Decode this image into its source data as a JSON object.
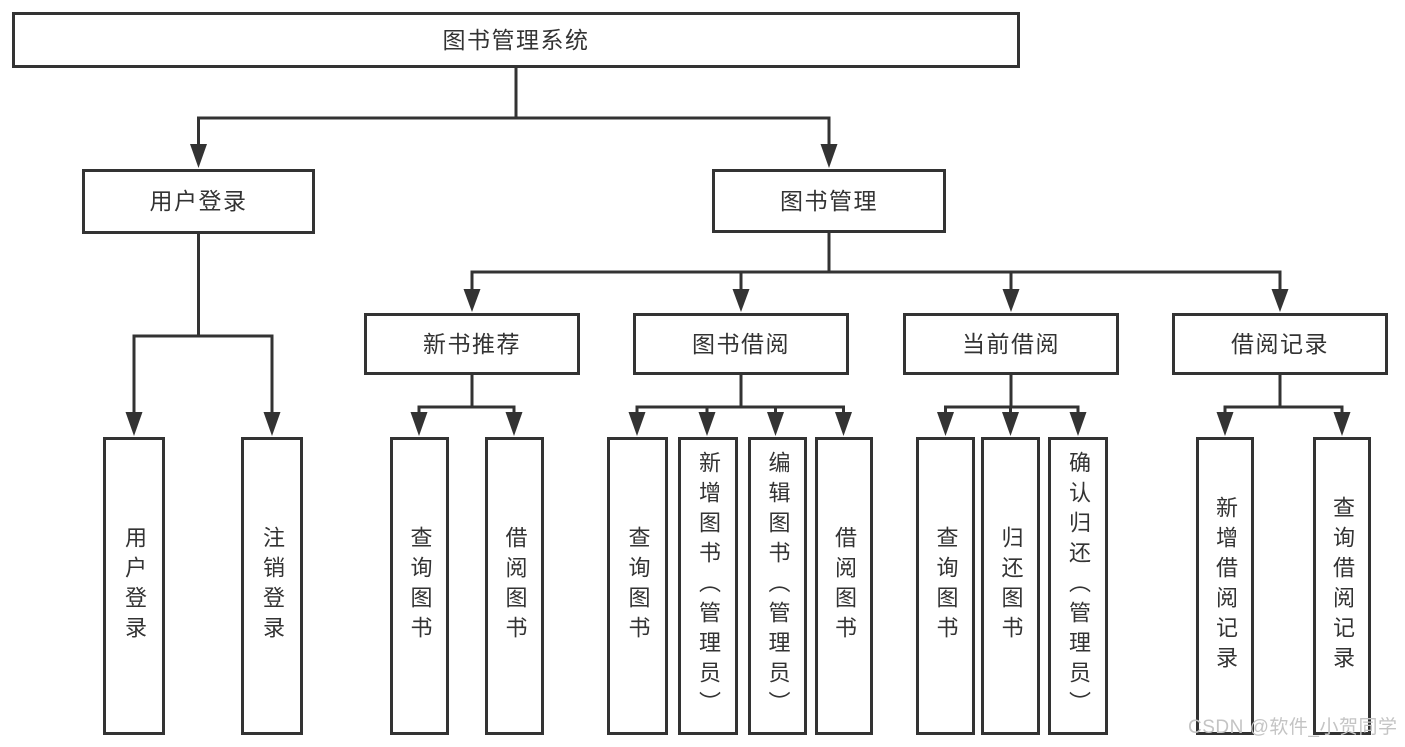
{
  "diagram": {
    "type": "hierarchy-tree",
    "root": {
      "label": "图书管理系统"
    },
    "level2": {
      "user_login": {
        "label": "用户登录",
        "parent": "图书管理系统"
      },
      "book_mgmt": {
        "label": "图书管理",
        "parent": "图书管理系统"
      }
    },
    "level3": {
      "new_book_rec": {
        "label": "新书推荐",
        "parent": "图书管理"
      },
      "book_borrow": {
        "label": "图书借阅",
        "parent": "图书管理"
      },
      "current_borrow": {
        "label": "当前借阅",
        "parent": "图书管理"
      },
      "borrow_record": {
        "label": "借阅记录",
        "parent": "图书管理"
      }
    },
    "leaves": {
      "login": {
        "label": "用户登录",
        "parent": "用户登录"
      },
      "logout": {
        "label": "注销登录",
        "parent": "用户登录"
      },
      "nb_query": {
        "label": "查询图书",
        "parent": "新书推荐"
      },
      "nb_borrow": {
        "label": "借阅图书",
        "parent": "新书推荐"
      },
      "bb_query": {
        "label": "查询图书",
        "parent": "图书借阅"
      },
      "bb_add": {
        "label": "新增图书（管理员）",
        "parent": "图书借阅"
      },
      "bb_edit": {
        "label": "编辑图书（管理员）",
        "parent": "图书借阅"
      },
      "bb_borrow": {
        "label": "借阅图书",
        "parent": "图书借阅"
      },
      "cb_query": {
        "label": "查询图书",
        "parent": "当前借阅"
      },
      "cb_return": {
        "label": "归还图书",
        "parent": "当前借阅"
      },
      "cb_confirm": {
        "label": "确认归还（管理员）",
        "parent": "当前借阅"
      },
      "br_add": {
        "label": "新增借阅记录",
        "parent": "借阅记录"
      },
      "br_query": {
        "label": "查询借阅记录",
        "parent": "借阅记录"
      }
    },
    "watermark": "CSDN @软件_小贺同学",
    "colors": {
      "line": "#333333",
      "box_border": "#333333",
      "text": "#333333",
      "background": "#ffffff",
      "watermark_text": "#c4c4c4"
    }
  }
}
